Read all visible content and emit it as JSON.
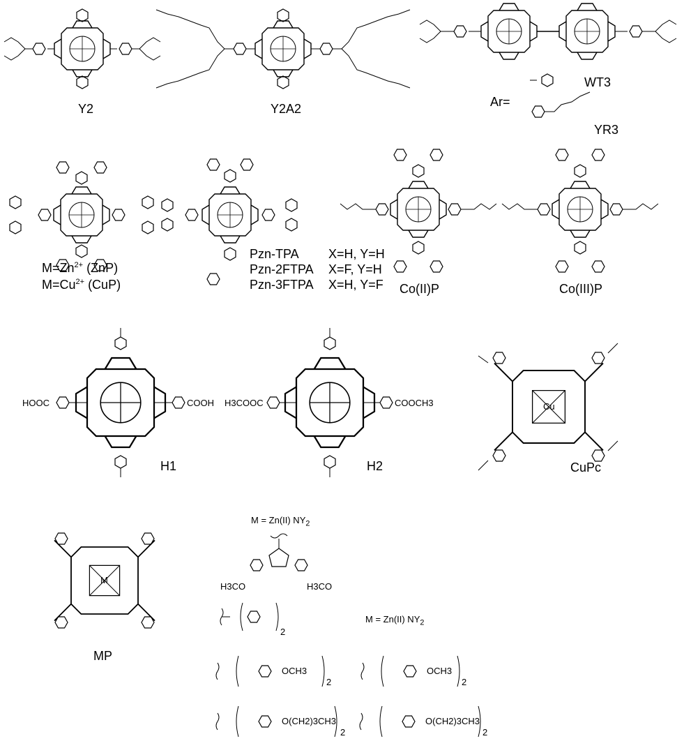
{
  "compounds": {
    "y2": {
      "name": "Y2"
    },
    "y2a2": {
      "name": "Y2A2"
    },
    "wt3": {
      "name": "WT3"
    },
    "yr3": {
      "name": "YR3"
    },
    "ar_prefix": "Ar=",
    "mp_pair": {
      "line1_pre": "M=Zn",
      "line1_sup": "2+",
      "line1_post": " (ZnP)",
      "line2_pre": "M=Cu",
      "line2_sup": "2+",
      "line2_post": " (CuP)"
    },
    "pzn": [
      {
        "name": "Pzn-TPA",
        "sub": "X=H, Y=H"
      },
      {
        "name": "Pzn-2FTPA",
        "sub": "X=F, Y=H"
      },
      {
        "name": "Pzn-3FTPA",
        "sub": "X=H, Y=F"
      }
    ],
    "co2": {
      "name": "Co(II)P"
    },
    "co3": {
      "name": "Co(III)P"
    },
    "h1": {
      "name": "H1",
      "left": "HOOC",
      "right": "COOH"
    },
    "h2": {
      "name": "H2",
      "left": "H3COOC",
      "right": "COOCH3"
    },
    "cupc": {
      "name": "CuPc",
      "metal": "Cu"
    },
    "mp": {
      "name": "MP",
      "metal": "M"
    },
    "zn_note_1": "M = Zn(II) NY",
    "zn_note_1_sub": "2",
    "zn_note_2": "M = Zn(II) NY",
    "zn_note_2_sub": "2",
    "methoxy_left": "H3CO",
    "methoxy_right": "H3CO",
    "och3": "OCH3",
    "obu": "O(CH2)3CH3",
    "subscript_2": "2"
  }
}
